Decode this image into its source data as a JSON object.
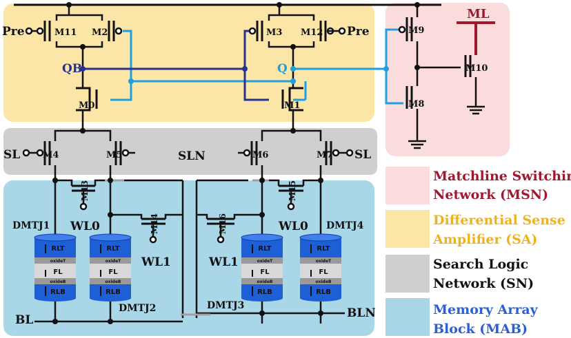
{
  "colors": {
    "sa_bg": "#fce6a7",
    "sn_bg": "#cfcfcf",
    "mab_bg": "#a9d7e8",
    "msn_bg": "#fadcdd",
    "wire": "#111111",
    "wire_blue": "#1e9fe0",
    "wire_navy": "#27318f",
    "ml_red": "#a11730",
    "mtj_blue": "#1f5fd6",
    "sa_text": "#f0b21c",
    "msn_text": "#a11730",
    "mab_text": "#2b5fd8",
    "sn_text": "#111111"
  },
  "transistors": {
    "m11": "M11",
    "m2": "M2",
    "m3": "M3",
    "m12": "M12",
    "m0": "M0",
    "m1": "M1",
    "m4": "M4",
    "m5": "M5",
    "m6": "M6",
    "m7": "M7",
    "m13": "M13",
    "m14": "M14",
    "m15": "M15",
    "m16": "M16",
    "m9": "M9",
    "m10": "M10",
    "m8": "M8"
  },
  "nodes": {
    "pre_left": "Pre",
    "pre_right": "Pre",
    "qb": "QB",
    "q": "Q",
    "ml": "ML",
    "sl_left": "SL",
    "sln": "SLN",
    "sl_right": "SL",
    "wl0_left": "WL0",
    "wl1_left": "WL1",
    "wl1_right": "WL1",
    "wl0_right": "WL0",
    "bl": "BL",
    "bln": "BLN"
  },
  "mtj_labels": {
    "dmtj1": "DMTJ1",
    "dmtj2": "DMTJ2",
    "dmtj3": "DMTJ3",
    "dmtj4": "DMTJ4",
    "rlt": "RLT",
    "fl": "FL",
    "rlb": "RLB",
    "oxide_t": "oxideT",
    "oxide_b": "oxideB"
  },
  "legend": [
    {
      "line1": "Matchline Switching",
      "line2": "Network (MSN)",
      "swatch": "#fadcdd",
      "text_color": "#a11730"
    },
    {
      "line1": "Differential Sense",
      "line2": "Amplifier (SA)",
      "swatch": "#fce6a7",
      "text_color": "#f0b21c"
    },
    {
      "line1": "Search Logic",
      "line2": "Network (SN)",
      "swatch": "#cfcfcf",
      "text_color": "#111111"
    },
    {
      "line1": "Memory Array",
      "line2": "Block (MAB)",
      "swatch": "#a9d7e8",
      "text_color": "#2b5fd8"
    }
  ]
}
